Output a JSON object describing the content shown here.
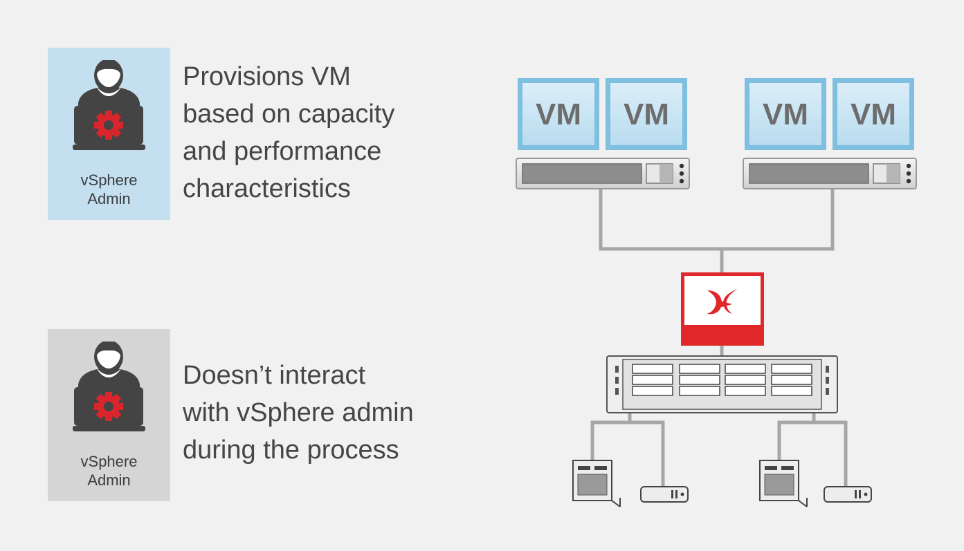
{
  "admins": [
    {
      "label_lines": [
        "vSphere",
        "Admin"
      ],
      "background": "#c3dff0"
    },
    {
      "label_lines": [
        "vSphere",
        "Admin"
      ],
      "background": "#d5d5d5"
    }
  ],
  "descriptions": {
    "top": [
      "Provisions VM",
      "based on capacity",
      "and performance",
      "characteristics"
    ],
    "bottom": [
      "Doesn’t interact",
      "with vSphere admin",
      "during the process"
    ]
  },
  "vm_labels": [
    "VM",
    "VM",
    "VM",
    "VM"
  ],
  "colors": {
    "accent_red": "#e0282a",
    "gear_red": "#d8262c",
    "vm_blue": "#c6e2f2",
    "vm_border": "#7fbfe0",
    "line_grey": "#a6a6a6",
    "person_dark": "#444444"
  },
  "icons": [
    "person-icon",
    "laptop-icon",
    "gear-icon",
    "vm-icon",
    "server-icon",
    "storage-array-icon",
    "appliance-logo-icon",
    "tower-server-icon",
    "network-device-icon"
  ]
}
